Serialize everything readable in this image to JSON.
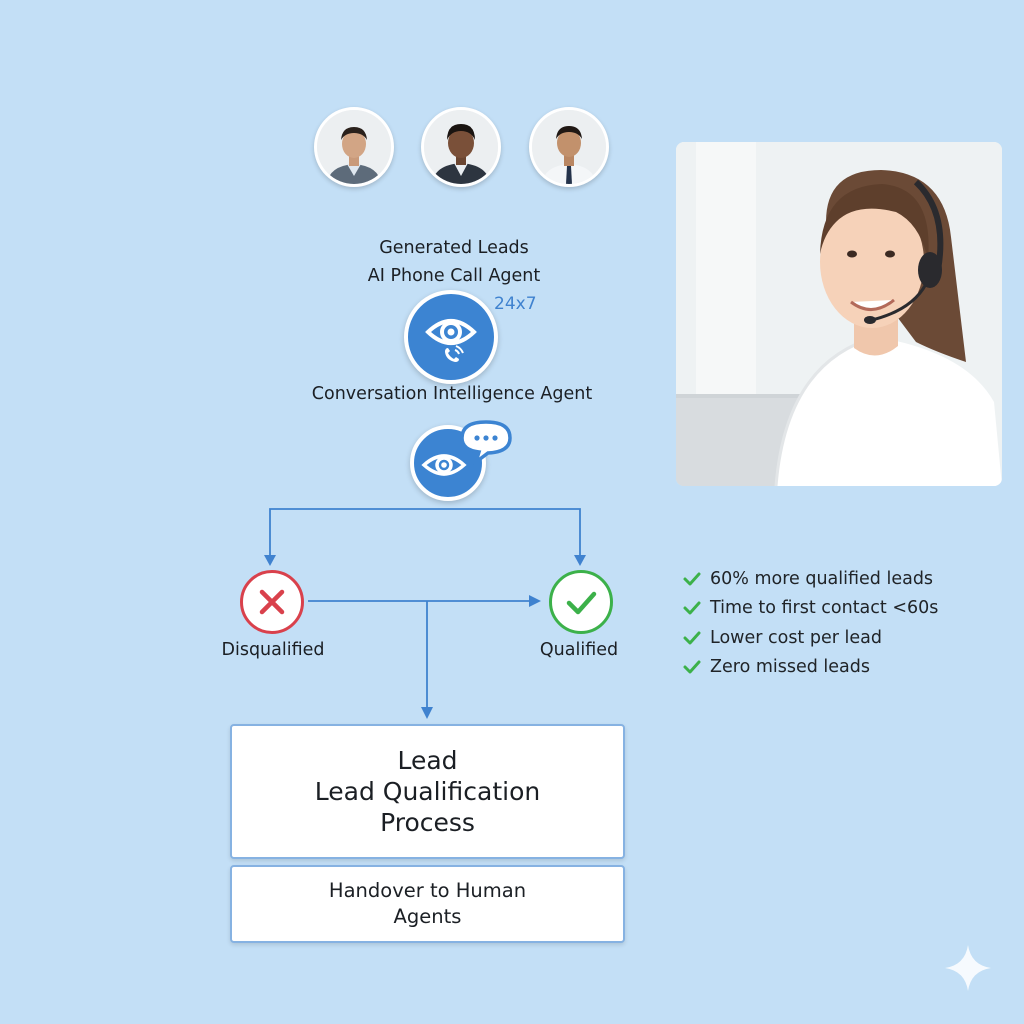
{
  "header": {
    "generated_leads": "Generated Leads",
    "ai_phone_agent": "AI Phone Call Agent",
    "availability": "24x7"
  },
  "nodes": {
    "conversation_agent": "Conversation Intelligence Agent",
    "disqualified": "Disqualified",
    "qualified": "Qualified"
  },
  "process_box": {
    "line1": "Lead",
    "line2": "Lead Qualification",
    "line3": "Process"
  },
  "handover_box": {
    "line1": "Handover to Human",
    "line2": "Agents"
  },
  "benefits": [
    "60% more qualified leads",
    "Time to first contact <60s",
    "Lower cost per lead",
    "Zero missed leads"
  ],
  "colors": {
    "background": "#c3dff6",
    "agent_blue": "#3c84d2",
    "arrow_blue": "#3f82cf",
    "reject_red": "#d9414c",
    "accept_green": "#3cb14a"
  },
  "icons": {
    "agent": "eye-phone-icon",
    "conversation": "eye-chat-icon",
    "disqualified": "x-mark-icon",
    "qualified": "check-mark-icon",
    "benefit": "check-icon",
    "corner": "sparkle-icon"
  }
}
